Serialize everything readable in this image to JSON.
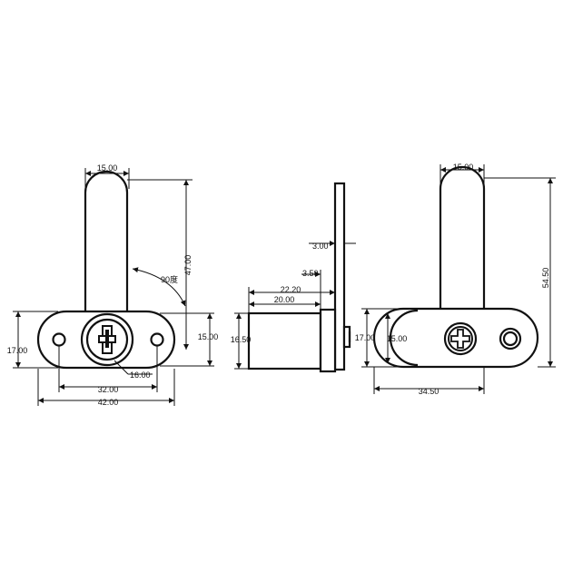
{
  "view_front": {
    "dims": {
      "top_width": "15.00",
      "arm_length": "47.00",
      "rotation": "90度",
      "plate_height_right": "15.00",
      "plate_height_left": "17.00",
      "hole_spacing": "32.00",
      "cylinder_dia": "16.00",
      "plate_width": "42.00"
    }
  },
  "view_side": {
    "dims": {
      "plate_thickness": "3.00",
      "flange": "3.50",
      "body_length_outer": "22.20",
      "body_length_inner": "20.00",
      "body_height": "16.50"
    }
  },
  "view_back": {
    "dims": {
      "top_width": "15.00",
      "total_height": "54.50",
      "plate_height_left": "17.00",
      "plate_height_inner": "15.00",
      "base_width": "34.50"
    }
  }
}
